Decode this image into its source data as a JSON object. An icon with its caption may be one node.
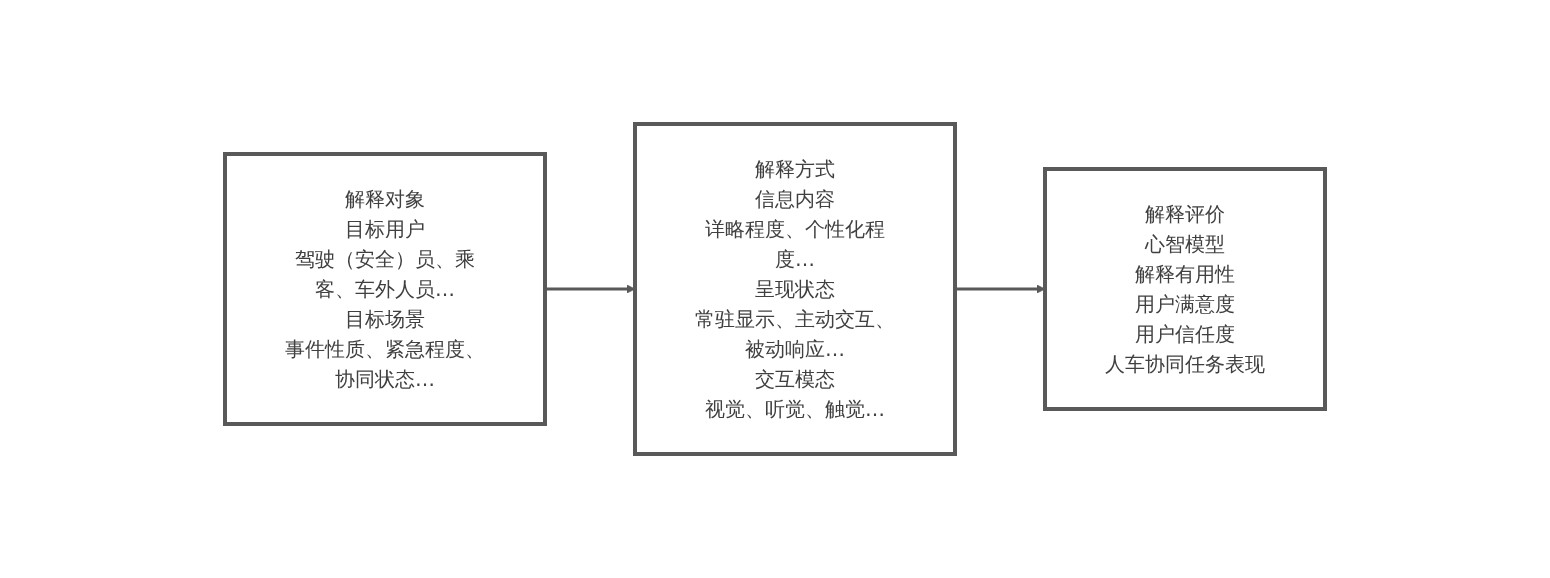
{
  "diagram": {
    "nodes": [
      {
        "text": [
          "解释对象",
          "目标用户",
          "驾驶（安全）员、乘客、车外人员…",
          "目标场景",
          "事件性质、紧急程度、协同状态…"
        ]
      },
      {
        "text": [
          "解释方式",
          "信息内容",
          "详略程度、个性化程度…",
          "呈现状态",
          "常驻显示、主动交互、被动响应…",
          "交互模态",
          "视觉、听觉、触觉…"
        ]
      },
      {
        "text": [
          "解释评价",
          "心智模型",
          "解释有用性",
          "用户满意度",
          "用户信任度",
          "人车协同任务表现"
        ]
      }
    ],
    "edges": [
      {
        "from": 0,
        "to": 1,
        "arrow": "to"
      },
      {
        "from": 1,
        "to": 2,
        "arrow": "to"
      }
    ]
  }
}
